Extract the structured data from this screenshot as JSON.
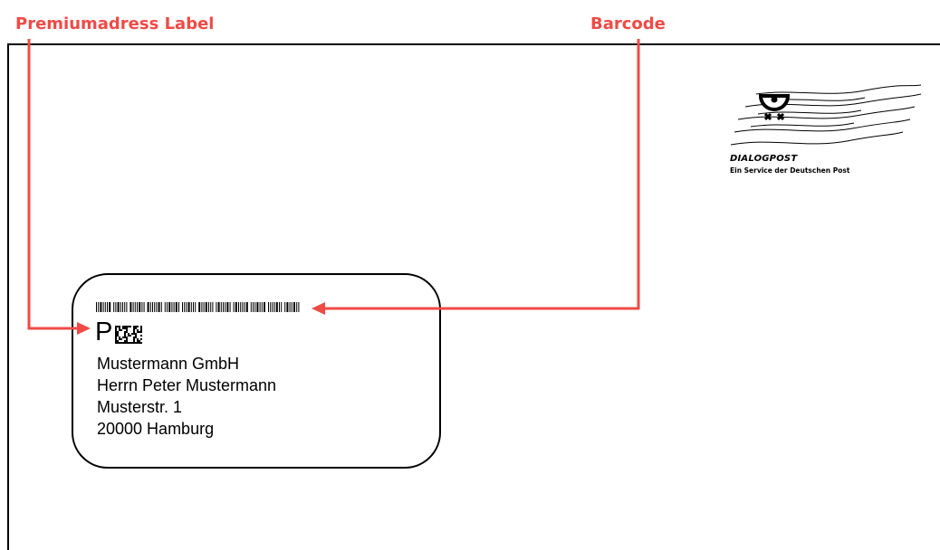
{
  "labels": {
    "premium_label": "Premiumadress Label",
    "barcode": "Barcode"
  },
  "brand": {
    "name": "DIALOGPOST",
    "tagline": "Ein Service der Deutschen Post",
    "logo_icon": "posthorn-wave-icon"
  },
  "address": {
    "prefix_letter": "P",
    "matrix_icon": "datamatrix-code-icon",
    "lines": [
      "Mustermann GmbH",
      "Herrn Peter Mustermann",
      "Musterstr. 1",
      "20000 Hamburg"
    ]
  },
  "colors": {
    "callout": "#f04a45",
    "ink": "#000000"
  }
}
